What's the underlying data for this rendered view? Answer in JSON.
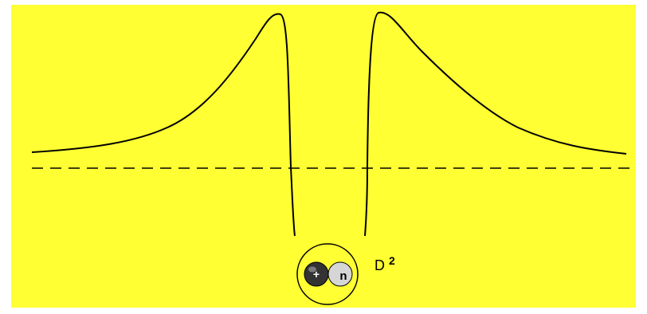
{
  "colors": {
    "background": "#ffff33",
    "curve": "#000000",
    "baseline": "#000000",
    "proton": "#333333",
    "neutron": "#d6d6d6",
    "nucleus_ring": "#000000"
  },
  "nucleus": {
    "proton_symbol": "+",
    "neutron_symbol": "n",
    "label_base": "D",
    "label_superscript": "2"
  },
  "curve": {
    "style": "solid",
    "shape": "symmetric potential barrier with central well"
  },
  "baseline": {
    "style": "dashed"
  }
}
